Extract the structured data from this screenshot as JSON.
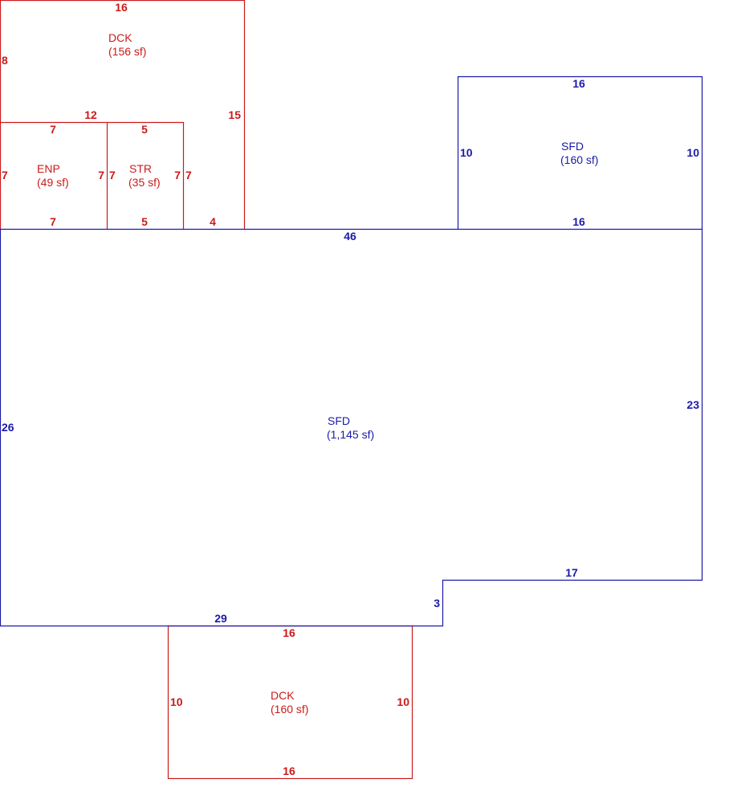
{
  "colors": {
    "living": "#1a1aa8",
    "exterior": "#cc1a1a"
  },
  "areas": {
    "dck_top": {
      "code": "DCK",
      "area": "(156 sf)"
    },
    "enp": {
      "code": "ENP",
      "area": "(49 sf)"
    },
    "str": {
      "code": "STR",
      "area": "(35 sf)"
    },
    "sfd_small": {
      "code": "SFD",
      "area": "(160 sf)"
    },
    "sfd_main": {
      "code": "SFD",
      "area": "(1,145 sf)"
    },
    "dck_bottom": {
      "code": "DCK",
      "area": "(160 sf)"
    }
  },
  "dimensions": {
    "dck_top": {
      "top": "16",
      "left": "8",
      "inner": "12",
      "right": "15",
      "bottom_right": "4"
    },
    "enp": {
      "top": "7",
      "left": "7",
      "right": "7",
      "bottom": "7"
    },
    "str": {
      "top": "5",
      "left": "7",
      "right": "7",
      "bottom": "5",
      "outer_right": "7"
    },
    "sfd_small": {
      "top": "16",
      "left": "10",
      "right": "10",
      "bottom": "16"
    },
    "sfd_main": {
      "top": "46",
      "left": "26",
      "right": "23",
      "step_top": "17",
      "step_side": "3",
      "bottom": "29"
    },
    "dck_bottom": {
      "top": "16",
      "left": "10",
      "right": "10",
      "bottom": "16"
    }
  }
}
